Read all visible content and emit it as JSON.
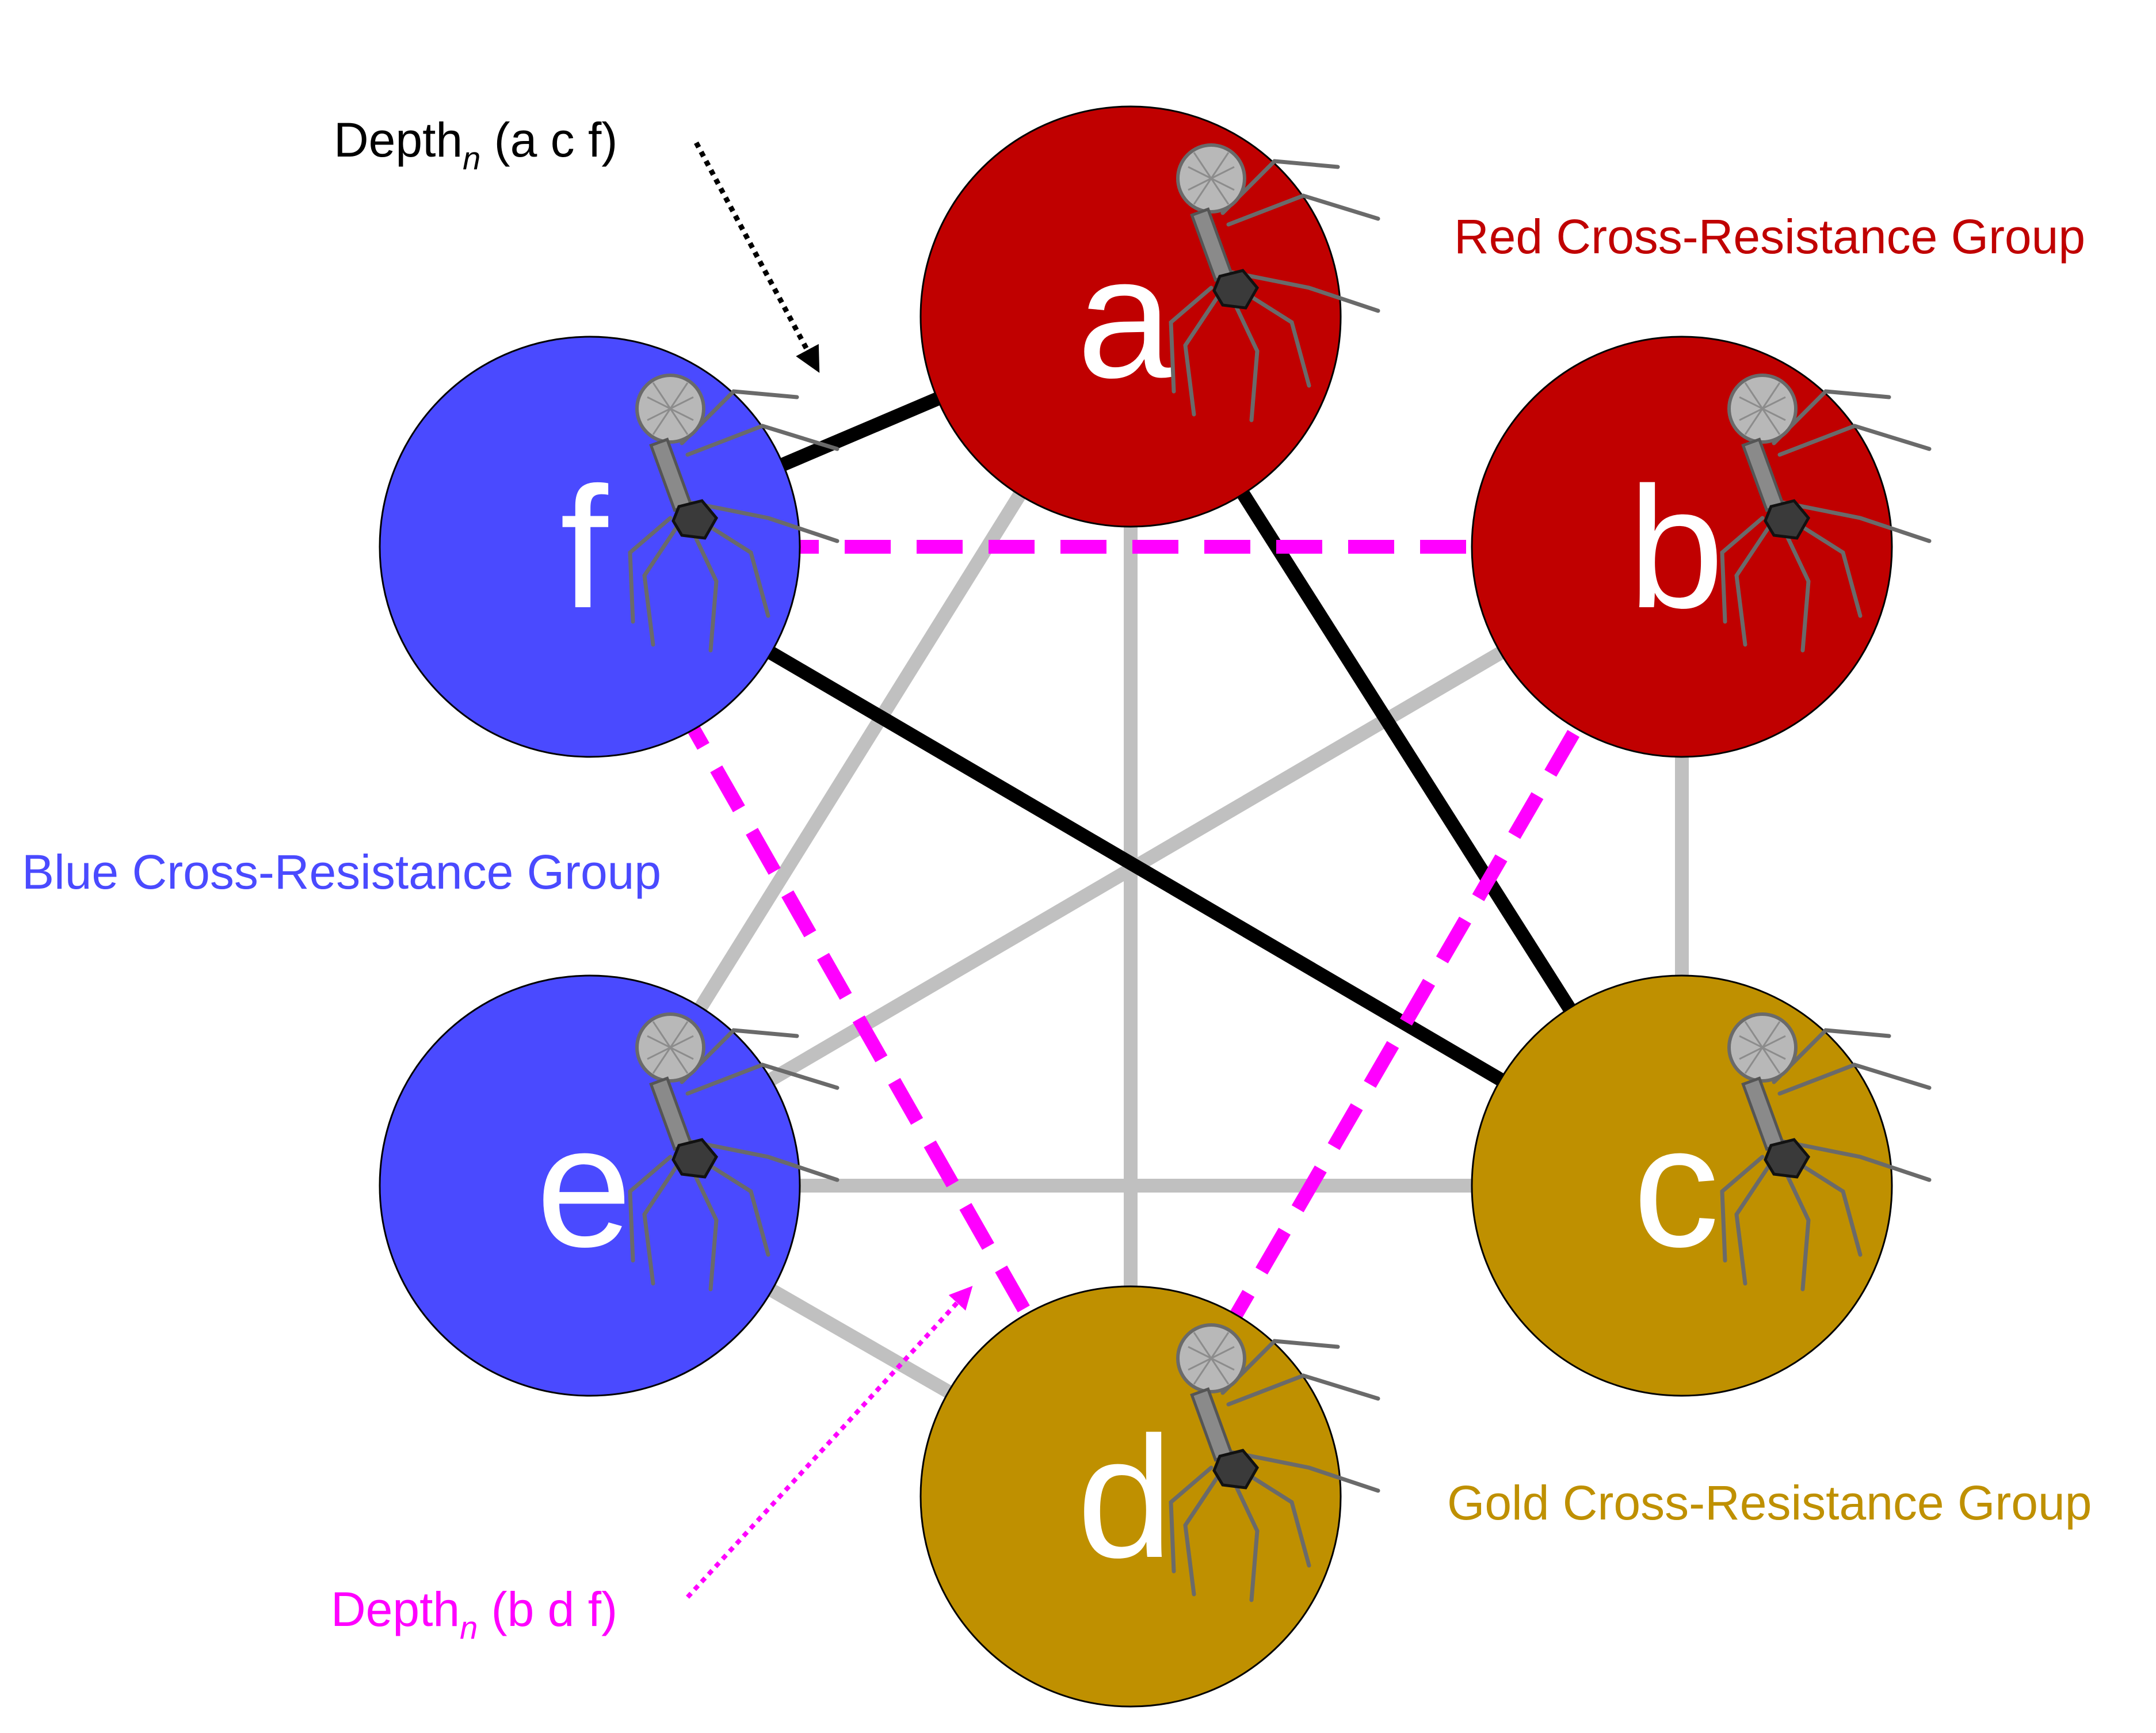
{
  "colors": {
    "red": "#c00000",
    "blue": "#4a4aff",
    "gold": "#bf9000",
    "gray_edge": "#c0c0c0",
    "black_edge": "#000000",
    "magenta": "#ff00ff"
  },
  "nodes": [
    {
      "id": "a",
      "label": "a",
      "group": "red"
    },
    {
      "id": "b",
      "label": "b",
      "group": "red"
    },
    {
      "id": "c",
      "label": "c",
      "group": "gold"
    },
    {
      "id": "d",
      "label": "d",
      "group": "gold"
    },
    {
      "id": "e",
      "label": "e",
      "group": "blue"
    },
    {
      "id": "f",
      "label": "f",
      "group": "blue"
    }
  ],
  "edges": [
    {
      "from": "a",
      "to": "e",
      "style": "gray"
    },
    {
      "from": "a",
      "to": "d",
      "style": "gray"
    },
    {
      "from": "b",
      "to": "e",
      "style": "gray"
    },
    {
      "from": "b",
      "to": "c",
      "style": "gray"
    },
    {
      "from": "c",
      "to": "e",
      "style": "gray"
    },
    {
      "from": "d",
      "to": "e",
      "style": "gray"
    },
    {
      "from": "a",
      "to": "f",
      "style": "black"
    },
    {
      "from": "a",
      "to": "c",
      "style": "black"
    },
    {
      "from": "c",
      "to": "f",
      "style": "black"
    },
    {
      "from": "b",
      "to": "f",
      "style": "magenta-dashed"
    },
    {
      "from": "b",
      "to": "d",
      "style": "magenta-dashed"
    },
    {
      "from": "d",
      "to": "f",
      "style": "magenta-dashed"
    }
  ],
  "groups": {
    "red_label": "Red Cross-Resistance Group",
    "blue_label": "Blue Cross-Resistance Group",
    "gold_label": "Gold Cross-Resistance Group"
  },
  "annotations": {
    "depth_acf": {
      "prefix": "Depth",
      "subscript": "n",
      "suffix": " (a c f)"
    },
    "depth_bdf": {
      "prefix": "Depth",
      "subscript": "n",
      "suffix": " (b d f)"
    }
  },
  "icons": [
    "phage-icon"
  ]
}
